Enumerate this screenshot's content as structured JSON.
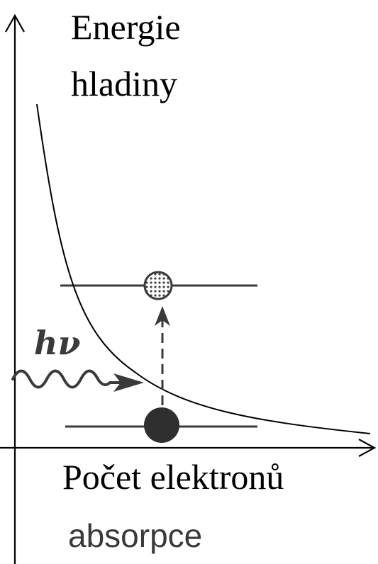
{
  "labels": {
    "y_axis_line1": "Energie",
    "y_axis_line2": "hladiny",
    "x_axis": "Počet elektronů",
    "photon": "hν",
    "caption": "absorpce"
  },
  "colors": {
    "axis": "#000000",
    "curve": "#000000",
    "level": "#3a3a3a",
    "electron": "#2f2f2f",
    "excited_state": "#9a9a9a",
    "photon": "#3a3a3a"
  },
  "icons": {
    "ground_electron": "filled-circle",
    "excited_electron": "dotted-circle",
    "photon": "wavy-arrow",
    "transition": "dashed-up-arrow"
  }
}
